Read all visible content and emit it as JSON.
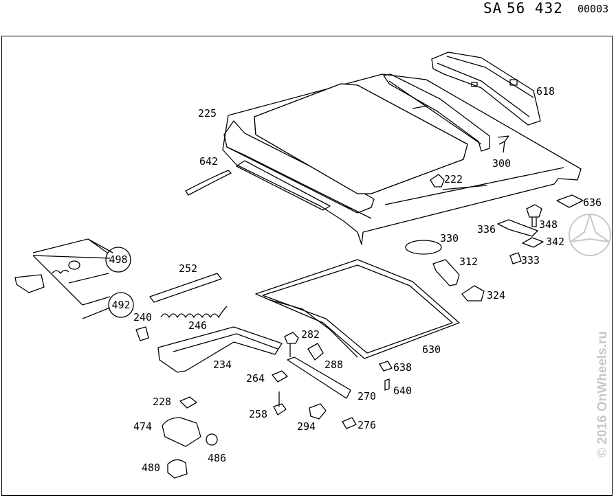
{
  "header": {
    "code_prefix": "SA",
    "code_number": "56 432",
    "sheet": "00003"
  },
  "watermark": {
    "text": "© 2016 OnWheels.ru"
  },
  "parts": [
    {
      "id": "p225",
      "label": "225"
    },
    {
      "id": "p642",
      "label": "642"
    },
    {
      "id": "p618",
      "label": "618"
    },
    {
      "id": "p300",
      "label": "300"
    },
    {
      "id": "p222",
      "label": "222"
    },
    {
      "id": "p636",
      "label": "636"
    },
    {
      "id": "p336",
      "label": "336"
    },
    {
      "id": "p348",
      "label": "348"
    },
    {
      "id": "p342",
      "label": "342"
    },
    {
      "id": "p330",
      "label": "330"
    },
    {
      "id": "p333",
      "label": "333"
    },
    {
      "id": "p312",
      "label": "312"
    },
    {
      "id": "p324",
      "label": "324"
    },
    {
      "id": "p252",
      "label": "252"
    },
    {
      "id": "p240",
      "label": "240"
    },
    {
      "id": "p246",
      "label": "246"
    },
    {
      "id": "p234",
      "label": "234"
    },
    {
      "id": "p282",
      "label": "282"
    },
    {
      "id": "p288",
      "label": "288"
    },
    {
      "id": "p630",
      "label": "630"
    },
    {
      "id": "p638",
      "label": "638"
    },
    {
      "id": "p264",
      "label": "264"
    },
    {
      "id": "p640",
      "label": "640"
    },
    {
      "id": "p270",
      "label": "270"
    },
    {
      "id": "p258",
      "label": "258"
    },
    {
      "id": "p228",
      "label": "228"
    },
    {
      "id": "p294",
      "label": "294"
    },
    {
      "id": "p276",
      "label": "276"
    },
    {
      "id": "p474",
      "label": "474"
    },
    {
      "id": "p486",
      "label": "486"
    },
    {
      "id": "p480",
      "label": "480"
    }
  ],
  "callouts": [
    {
      "label": "498"
    },
    {
      "label": "492"
    }
  ]
}
